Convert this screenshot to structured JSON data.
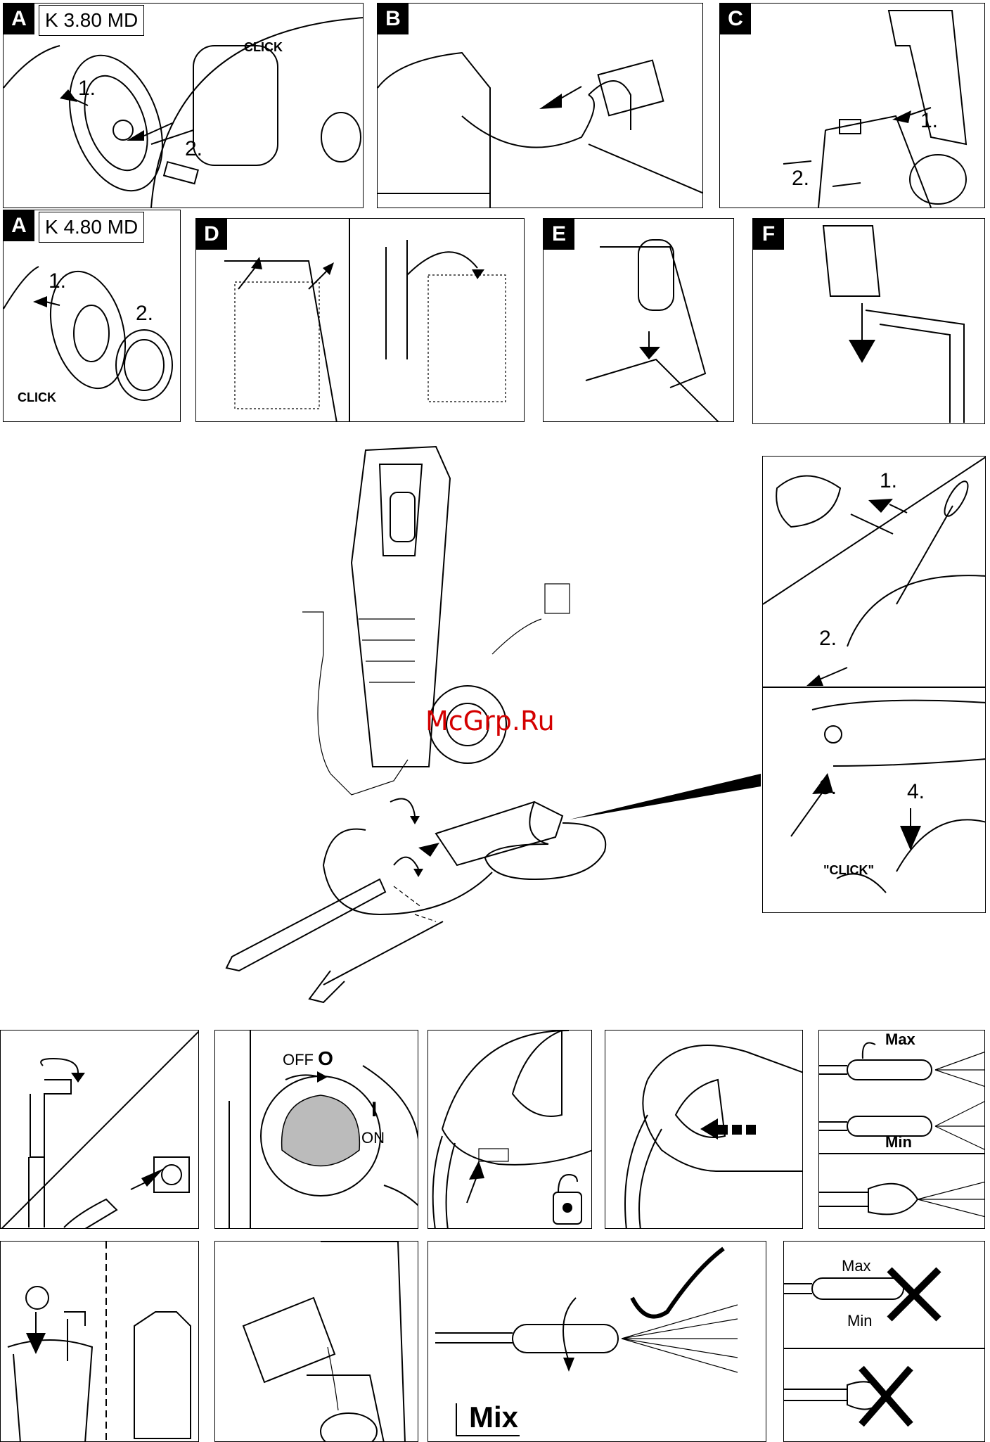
{
  "panels": {
    "a1": {
      "letter": "A",
      "model": "K 3.80 MD",
      "step1": "1.",
      "step2": "2.",
      "click": "CLICK"
    },
    "b": {
      "letter": "B"
    },
    "c": {
      "letter": "C",
      "step1": "1.",
      "step2": "2."
    },
    "a2": {
      "letter": "A",
      "model": "K 4.80 MD",
      "step1": "1.",
      "step2": "2.",
      "click": "CLICK"
    },
    "d": {
      "letter": "D"
    },
    "e": {
      "letter": "E"
    },
    "f": {
      "letter": "F"
    },
    "gun": {
      "step1": "1.",
      "step2": "2.",
      "step3": "3.",
      "step4": "4.",
      "click": "\"CLICK\""
    },
    "switch": {
      "off": "OFF",
      "off_symbol": "O",
      "on_symbol": "I",
      "on": "ON"
    },
    "spray": {
      "max": "Max",
      "min": "Min"
    },
    "mix": {
      "label": "Mix"
    },
    "nozzle_wrong": {
      "max": "Max",
      "min": "Min"
    }
  },
  "watermark": "McGrp.Ru",
  "icons": [
    "arrow-icon",
    "curved-arrow-icon",
    "unlock-icon",
    "checkmark-icon",
    "cross-icon",
    "tap-icon",
    "plug-icon",
    "socket-icon"
  ]
}
